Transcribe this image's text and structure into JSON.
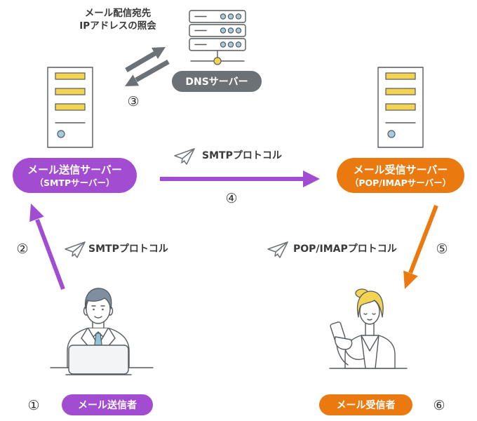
{
  "colors": {
    "sender_purple": "#a24cd2",
    "receiver_orange": "#ea7a10",
    "dns_gray": "#6c7176",
    "text": "#3a3a3a",
    "server_yellow": "#f3d452"
  },
  "icons": {
    "dns_server": "dns-server-icon",
    "mail_server": "server-tower-icon",
    "protocol": "paper-plane-icon",
    "sender": "sender-person-icon",
    "receiver": "receiver-person-icon"
  },
  "dns": {
    "query_line1": "メール配信宛先",
    "query_line2": "IPアドレスの照会",
    "label": "DNSサーバー",
    "step": "③"
  },
  "send_server": {
    "label": "メール送信サーバー",
    "sub_label": "（SMTPサーバー）"
  },
  "receive_server": {
    "label": "メール受信サーバー",
    "sub_label": "（POP/IMAPサーバー）"
  },
  "transfer": {
    "protocol": "SMTPプロトコル",
    "step": "④"
  },
  "upload": {
    "protocol": "SMTPプロトコル",
    "step": "②"
  },
  "download": {
    "protocol": "POP/IMAPプロトコル",
    "step": "⑤"
  },
  "sender": {
    "label": "メール送信者",
    "step": "①"
  },
  "receiver": {
    "label": "メール受信者",
    "step": "⑥"
  }
}
